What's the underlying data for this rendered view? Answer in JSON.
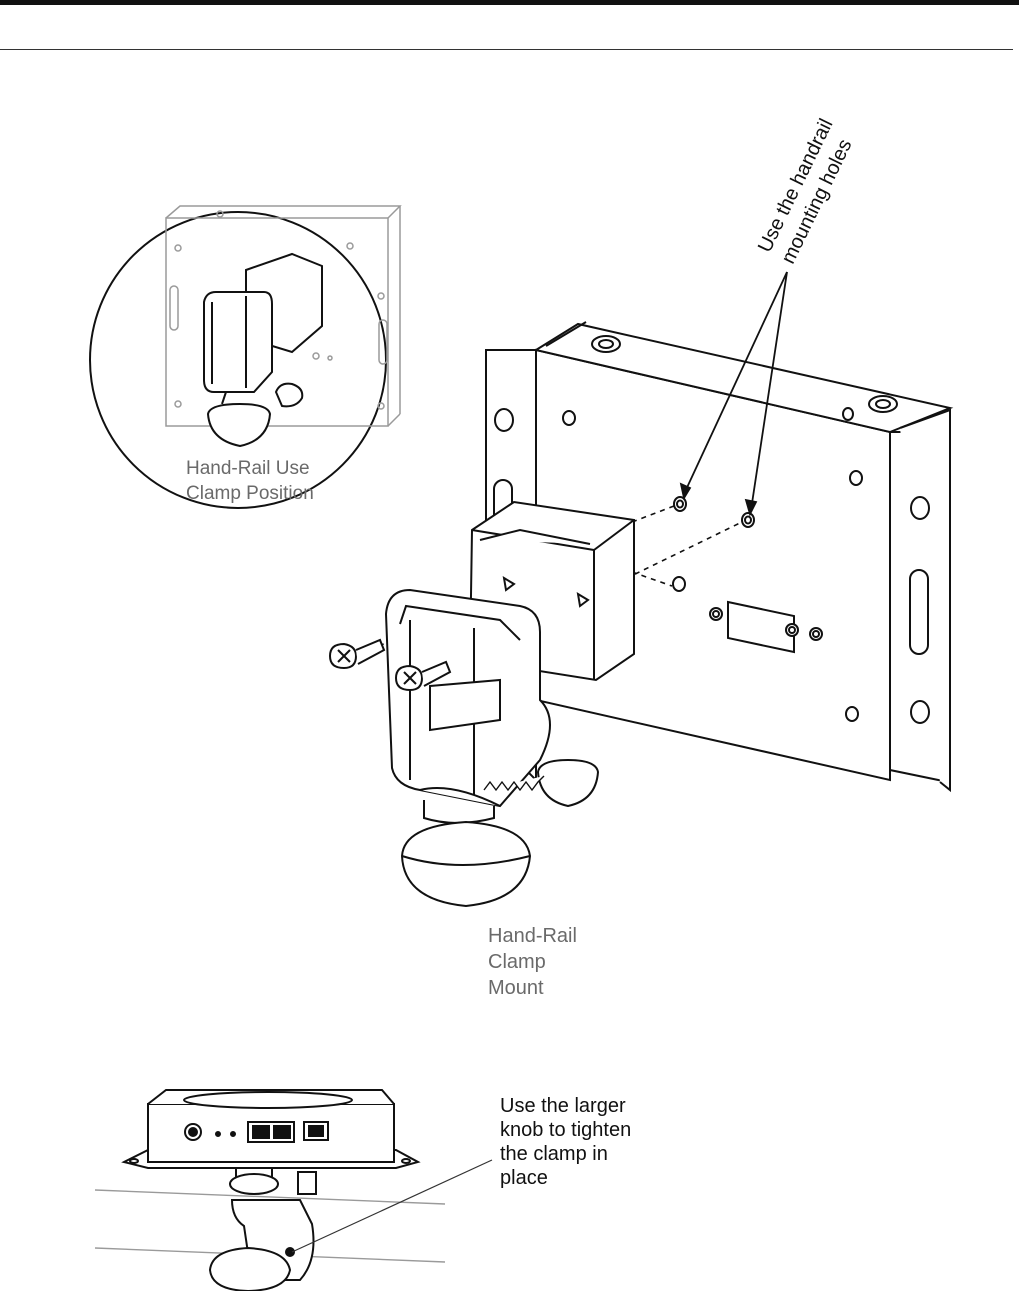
{
  "figure_top": {
    "callout_mounting_holes": "Use the handrail\nmounting holes",
    "inset_caption": "Hand-Rail Use\nClamp Position",
    "main_caption": "Hand-Rail\nClamp\nMount"
  },
  "figure_bottom": {
    "callout_knob": "Use the larger\nknob to tighten\nthe clamp in\nplace"
  },
  "colors": {
    "ink": "#111111",
    "gray_text": "#6a6a6a",
    "faded_ink": "#9a9a9a"
  }
}
